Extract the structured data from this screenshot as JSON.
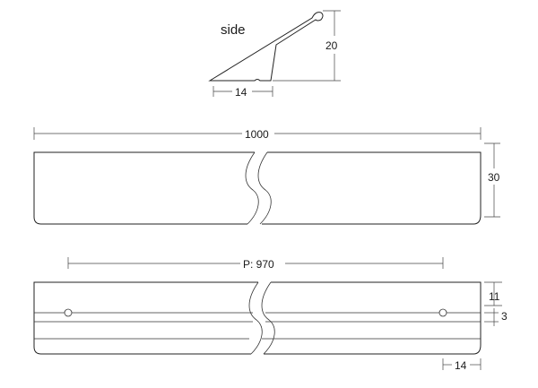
{
  "side_view": {
    "title": "side",
    "dim_height": "20",
    "dim_width": "14"
  },
  "front_view": {
    "dim_length": "1000",
    "dim_height": "30"
  },
  "back_view": {
    "dim_pitch": "P: 970",
    "dim_top_offset": "11",
    "dim_groove": "3",
    "dim_end_offset": "14"
  }
}
